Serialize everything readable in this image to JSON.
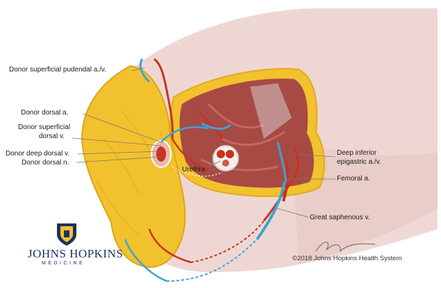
{
  "labels": {
    "superficial_pudendal": "Donor superficial pudendal a./v.",
    "dorsal_a": "Donor dorsal a.",
    "superficial_dorsal_1": "Donor superficial",
    "superficial_dorsal_2": "dorsal v.",
    "deep_dorsal_v": "Donor deep dorsal v.",
    "dorsal_n": "Donor dorsal n.",
    "urethra": "Urethra",
    "deep_inferior_1": "Deep inferior",
    "deep_inferior_2": "epigastric a./v.",
    "femoral": "Femoral a.",
    "great_saphenous": "Great saphenous v."
  },
  "logo": {
    "name": "JOHNS HOPKINS",
    "sub": "MEDICINE"
  },
  "copyright": "©2018 Johns Hopkins Health System",
  "colors": {
    "artery": "#c8321e",
    "vein": "#3ba3d6",
    "fat": "#f2c12e",
    "muscle": "#a84a44",
    "skin": "#f1dcd8"
  }
}
